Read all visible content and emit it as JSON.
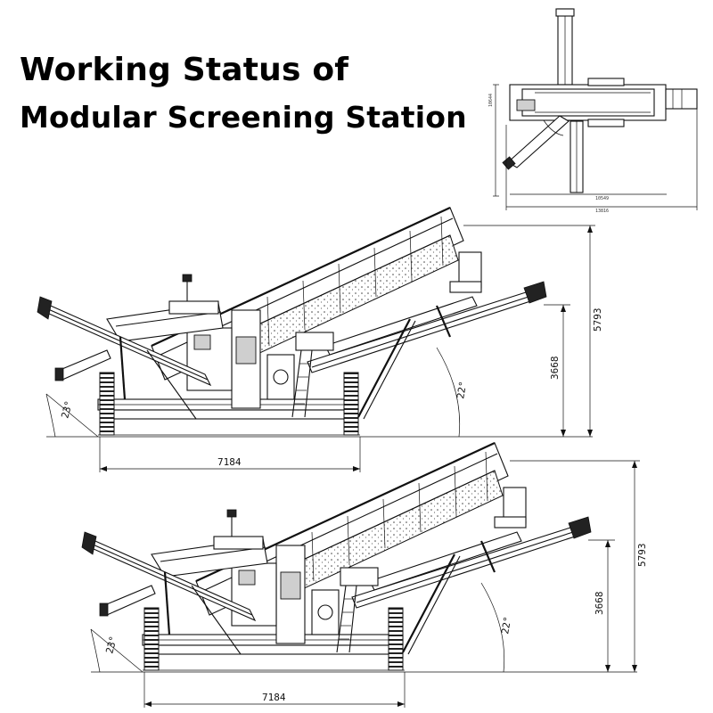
{
  "title": {
    "line1": "Working Status of",
    "line2": "Modular Screening Station"
  },
  "plan_view": {
    "dim_width": "10549",
    "dim_total": "13816",
    "dim_height": "10644"
  },
  "side_views": [
    {
      "height_total": "5793",
      "height_discharge": "3668",
      "length": "7184",
      "angle_left": "23°",
      "angle_right": "22°"
    },
    {
      "height_total": "5793",
      "height_discharge": "3668",
      "length": "7184",
      "angle_left": "23°",
      "angle_right": "22°"
    }
  ]
}
